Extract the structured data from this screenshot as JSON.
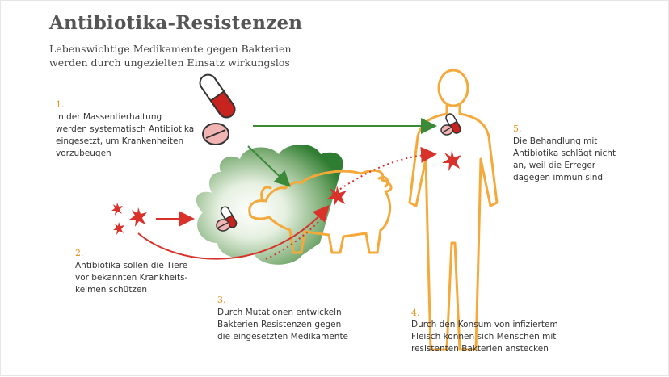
{
  "header": {
    "title": "Antibiotika-Resistenzen",
    "subtitle_line1": "Lebenswichtige Medikamente gegen Bakterien",
    "subtitle_line2": "werden durch ungezielten Einsatz wirkungslos"
  },
  "steps": [
    {
      "num": "1.",
      "lines": [
        "In der Massentierhaltung",
        "werden systematisch Antibiotika",
        "eingesetzt, um Krankenheiten",
        "vorzubeugen"
      ]
    },
    {
      "num": "2.",
      "lines": [
        "Antibiotika sollen die Tiere",
        "vor bekannten Krankheits-",
        "keimen schützen"
      ]
    },
    {
      "num": "3.",
      "lines": [
        "Durch Mutationen entwickeln",
        "Bakterien Resistenzen gegen",
        "die eingesetzten Medikamente"
      ]
    },
    {
      "num": "4.",
      "lines": [
        "Durch den Konsum von infiziertem",
        "Fleisch können sich Menschen mit",
        "resistenten Bakterien anstecken"
      ]
    },
    {
      "num": "5.",
      "lines": [
        "Die Behandlung mit",
        "Antibiotika schlägt nicht",
        "an, weil die Erreger",
        "dagegen immun sind"
      ]
    }
  ],
  "colors": {
    "title": "#555555",
    "step_number": "#e8901a",
    "pig_outline": "#f4a93a",
    "human_outline": "#f4a93a",
    "cloud_green": "#2f7d32",
    "arrow_green": "#3a8a3a",
    "arrow_red": "#d8322a",
    "bacteria_red": "#d8322a",
    "pill_red": "#c8231f",
    "pill_pink": "#f2b3b3"
  },
  "icons": [
    "pill-capsule-icon",
    "pill-tablet-icon",
    "bacteria-icon",
    "pig-icon",
    "human-figure-icon",
    "cloud-icon"
  ]
}
